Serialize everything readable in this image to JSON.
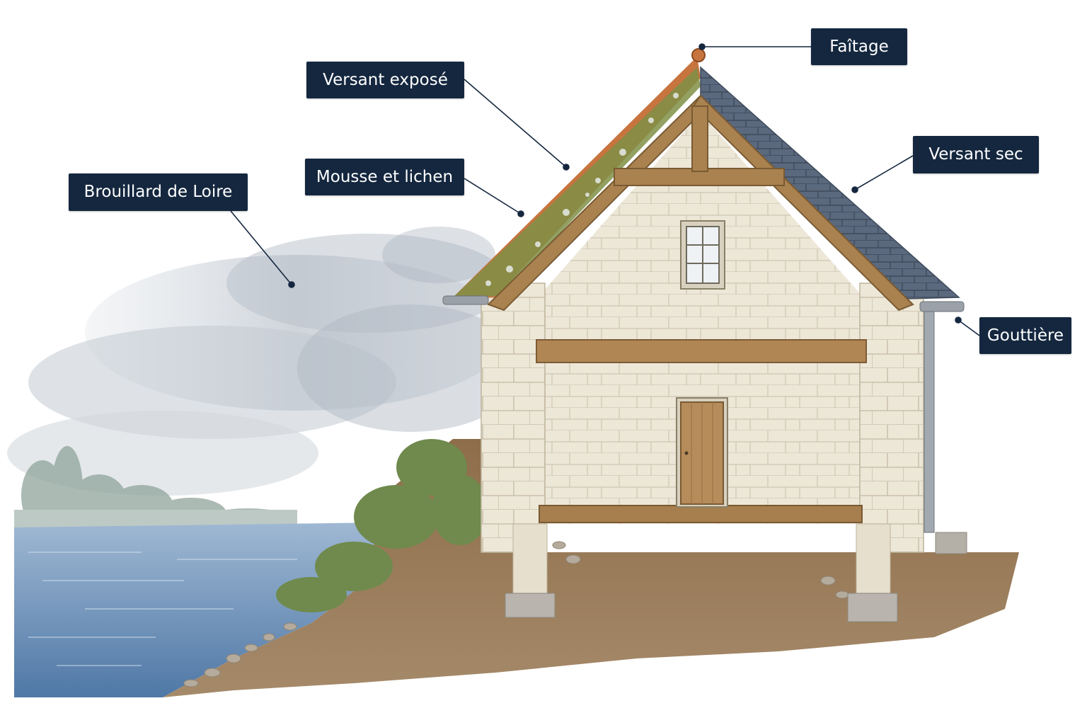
{
  "labels": {
    "faitage": "Faîtage",
    "versant_expose": "Versant exposé",
    "mousse_lichen": "Mousse et lichen",
    "versant_sec": "Versant sec",
    "brouillard": "Brouillard de Loire",
    "gouttiere": "Gouttière"
  },
  "colors": {
    "label_background": "#14273f",
    "label_text": "#ffffff",
    "river": "#6a8fb8",
    "slate_roof": "#56657a",
    "tile_roof": "#c7743f",
    "moss": "#7f8f45",
    "tuffeau_stone": "#ece6d6",
    "oak_timber": "#a9824f",
    "soil": "#8a6a4a"
  }
}
